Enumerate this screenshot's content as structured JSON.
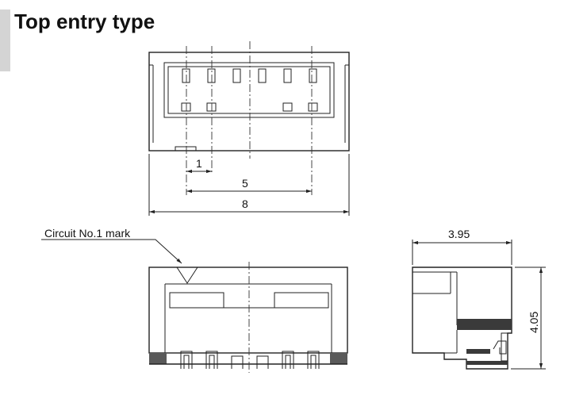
{
  "title": "Top entry type",
  "dimensions": {
    "pitch": "1",
    "span": "5",
    "overall_width": "8",
    "depth": "3.95",
    "height": "4.05"
  },
  "callouts": {
    "circuit_mark": "Circuit No.1 mark"
  }
}
